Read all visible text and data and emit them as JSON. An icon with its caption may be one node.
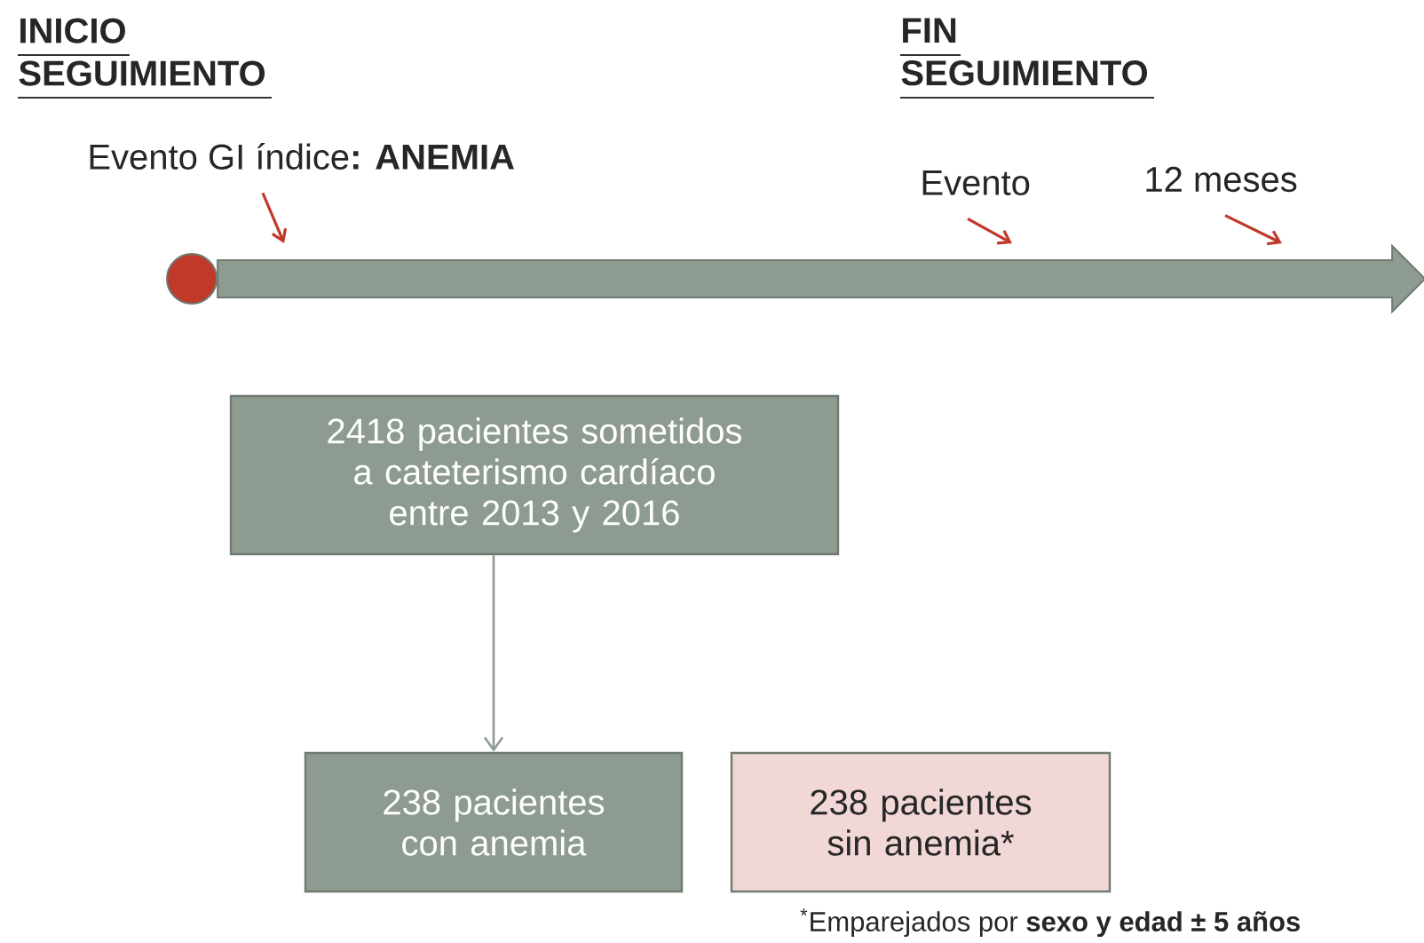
{
  "diagram": {
    "nodes": [
      {
        "text": [
          "2418 pacientes sometidos a cateterismo cardíaco entre 2013 y 2016"
        ]
      },
      {
        "text": [
          "238 pacientes con anemia"
        ]
      },
      {
        "text": [
          "238 pacientes sin anemia*"
        ],
        "beside": [
          "$^{*}$Emparejados por **sexo y edad ± 5 años**"
        ]
      },
      {
        "text": [],
        "shape": "bar"
      },
      {
        "text": [
          "Evento GI índice**: ANEMIA**"
        ]
      },
      {
        "text": [
          "Evento"
        ]
      },
      {
        "text": [
          "12 meses"
        ]
      }
    ],
    "edges": [
      {
        "from": 0,
        "to": 1,
        "arrow": "to",
        "color": "#8e9b90"
      },
      {
        "from": 4,
        "to": 3,
        "arrow": "to"
      },
      {
        "from": 5,
        "to": 3,
        "arrow": "to"
      },
      {
        "from": 6,
        "to": 3,
        "arrow": "to"
      }
    ],
    "labels": [
      "INICIO SEGUIMIENTO",
      "FIN SEGUIMIENTO"
    ]
  }
}
